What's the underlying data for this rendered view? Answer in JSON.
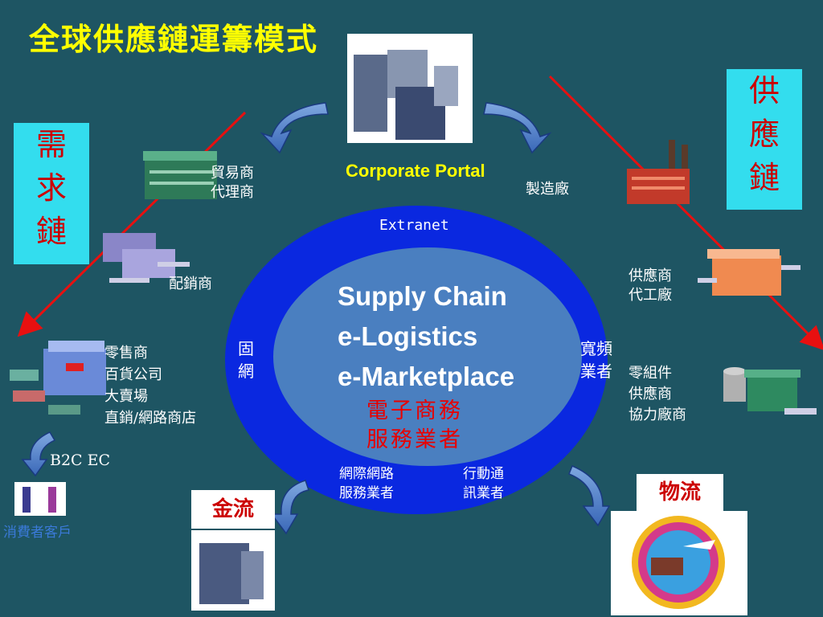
{
  "title": "全球供應鏈運籌模式",
  "demand_chain": [
    "需",
    "求",
    "鏈"
  ],
  "supply_chain_label": [
    "供",
    "應",
    "鏈"
  ],
  "corporate_portal": "Corporate Portal",
  "extranet": "Extranet",
  "center_lines": [
    "Supply Chain",
    "e-Logistics",
    "e-Marketplace"
  ],
  "ec_service": [
    "電子商務",
    "服務業者"
  ],
  "fixed_net": [
    "固",
    "網"
  ],
  "broadband": [
    "寬頻",
    "業者"
  ],
  "isp": [
    "網際網路",
    "服務業者"
  ],
  "mobile": [
    "行動通",
    "訊業者"
  ],
  "trader": [
    "貿易商",
    "代理商"
  ],
  "distributor": "配銷商",
  "retailers": [
    "零售商",
    "百貨公司",
    "大賣場",
    "直銷/網路商店"
  ],
  "b2c": "B2C EC",
  "consumers": "消費者客戶",
  "manufacturer": "製造廠",
  "oem": [
    "供應商",
    "代工廠"
  ],
  "parts": [
    "零組件",
    "供應商",
    "協力廠商"
  ],
  "cash_flow": "金流",
  "logistics": "物流",
  "colors": {
    "background": "#1e5563",
    "title": "#ffff00",
    "label_box": "#33ddee",
    "ring": "#0a28e0",
    "inner": "#4a7fc0",
    "arrow": "#e81010"
  }
}
